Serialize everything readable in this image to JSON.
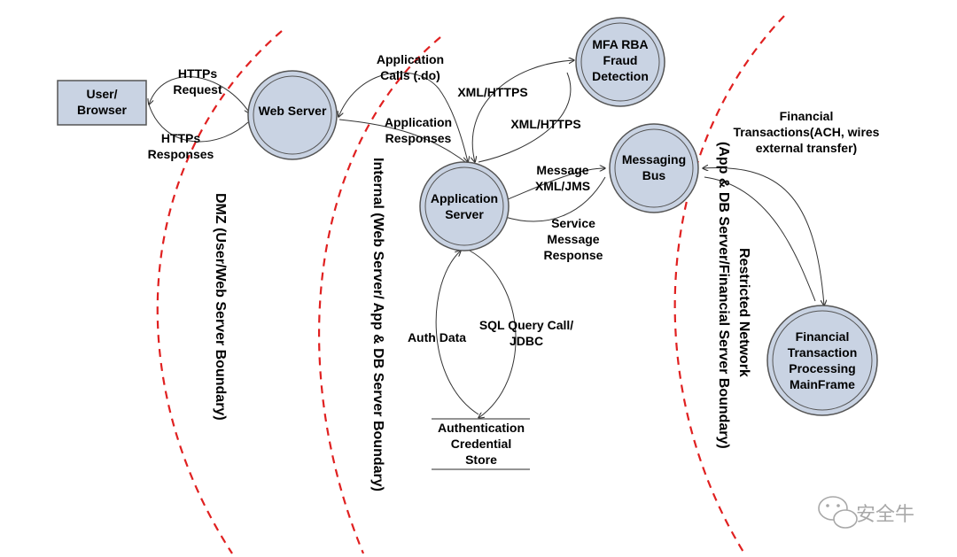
{
  "nodes": {
    "user_browser": {
      "line1": "User/",
      "line2": "Browser"
    },
    "web_server": {
      "label": "Web Server"
    },
    "app_server": {
      "line1": "Application",
      "line2": "Server"
    },
    "mfa": {
      "line1": "MFA RBA",
      "line2": "Fraud",
      "line3": "Detection"
    },
    "messaging_bus": {
      "line1": "Messaging",
      "line2": "Bus"
    },
    "mainframe": {
      "line1": "Financial",
      "line2": "Transaction",
      "line3": "Processing",
      "line4": "MainFrame"
    },
    "auth_store": {
      "line1": "Authentication",
      "line2": "Credential",
      "line3": "Store"
    }
  },
  "edges": {
    "https_request": {
      "line1": "HTTPs",
      "line2": "Request"
    },
    "https_responses": {
      "line1": "HTTPs",
      "line2": "Responses"
    },
    "app_calls": {
      "line1": "Application",
      "line2": "Calls (.do)"
    },
    "app_responses": {
      "line1": "Application",
      "line2": "Responses"
    },
    "xml_https_1": "XML/HTTPS",
    "xml_https_2": "XML/HTTPS",
    "message_xml": {
      "line1": "Message",
      "line2": "XML/JMS"
    },
    "service_message": {
      "line1": "Service",
      "line2": "Message",
      "line3": "Response"
    },
    "auth_data": "Auth Data",
    "sql_query": {
      "line1": "SQL Query Call/",
      "line2": "JDBC"
    },
    "financial_tx": {
      "line1": "Financial",
      "line2": "Transactions(ACH, wires",
      "line3": "external transfer)"
    }
  },
  "boundaries": {
    "dmz": "DMZ (User/Web Server Boundary)",
    "internal": "Internal (Web Server/ App & DB Server Boundary)",
    "restricted_1": "Restricted Network",
    "restricted_2": "(App & DB Server/Financial Server Boundary)"
  },
  "watermark": {
    "icon": "wechat-icon",
    "text": "安全牛"
  },
  "colors": {
    "node_fill": "#c9d3e3",
    "node_stroke": "#555555",
    "boundary": "#e02020",
    "line": "#333333"
  }
}
